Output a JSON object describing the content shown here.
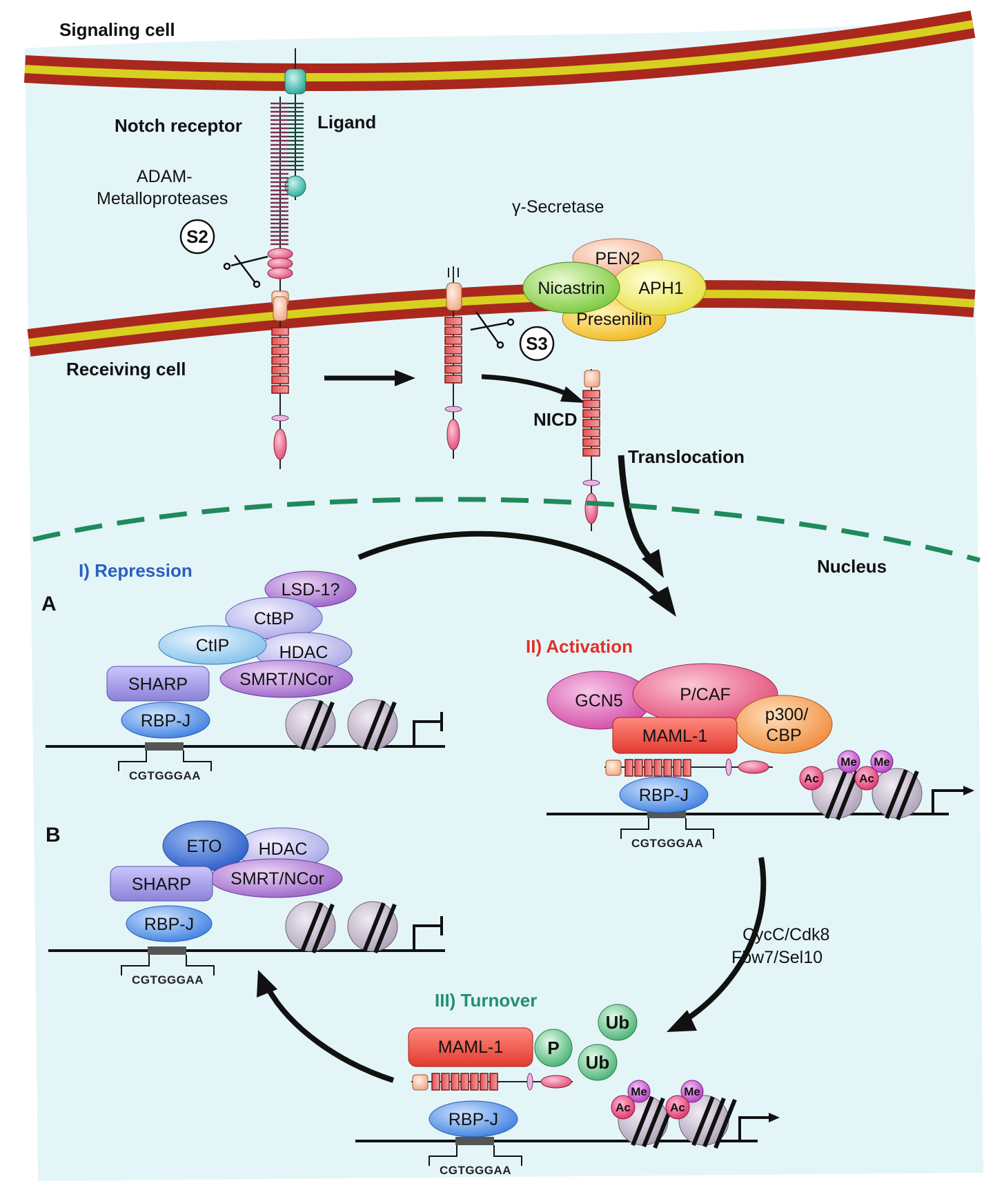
{
  "labels": {
    "signaling_cell": "Signaling cell",
    "receiving_cell": "Receiving cell",
    "notch_receptor": "Notch receptor",
    "ligand": "Ligand",
    "adam_line1": "ADAM-",
    "adam_line2": "Metalloproteases",
    "s2": "S2",
    "s3": "S3",
    "gamma_secretase": "γ-Secretase",
    "nicd": "NICD",
    "translocation": "Translocation",
    "nucleus": "Nucleus",
    "repression": "I) Repression",
    "activation": "II) Activation",
    "turnover": "III) Turnover",
    "panel_a": "A",
    "panel_b": "B",
    "cyc_line1": "CycC/Cdk8",
    "cyc_line2": "Fbw7/Sel10"
  },
  "secretase": {
    "pen2": "PEN2",
    "nicastrin": "Nicastrin",
    "aph1": "APH1",
    "presenilin": "Presenilin"
  },
  "repression_a": {
    "lsd1": "LSD-1?",
    "ctbp": "CtBP",
    "ctip": "CtIP",
    "hdac": "HDAC",
    "sharp": "SHARP",
    "smrt": "SMRT/NCor",
    "rbpj": "RBP-J",
    "sequence": "CGTGGGAA"
  },
  "repression_b": {
    "eto": "ETO",
    "hdac": "HDAC",
    "sharp": "SHARP",
    "smrt": "SMRT/NCor",
    "rbpj": "RBP-J",
    "sequence": "CGTGGGAA"
  },
  "activation": {
    "gcn5": "GCN5",
    "pcaf": "P/CAF",
    "p300": "p300/",
    "cbp": "CBP",
    "maml1": "MAML-1",
    "rbpj": "RBP-J",
    "sequence": "CGTGGGAA",
    "me": "Me",
    "ac": "Ac"
  },
  "turnover": {
    "maml1": "MAML-1",
    "p": "P",
    "ub": "Ub",
    "rbpj": "RBP-J",
    "sequence": "CGTGGGAA",
    "me": "Me",
    "ac": "Ac"
  },
  "colors": {
    "membrane_red": "#a8281e",
    "membrane_yellow": "#d8d020",
    "cytoplasm": "#e3f4f8",
    "nucleus_border": "#1f8a5a",
    "repression_title": "#2a5fc0",
    "activation_title": "#e0302a",
    "turnover_title": "#1f9070"
  }
}
